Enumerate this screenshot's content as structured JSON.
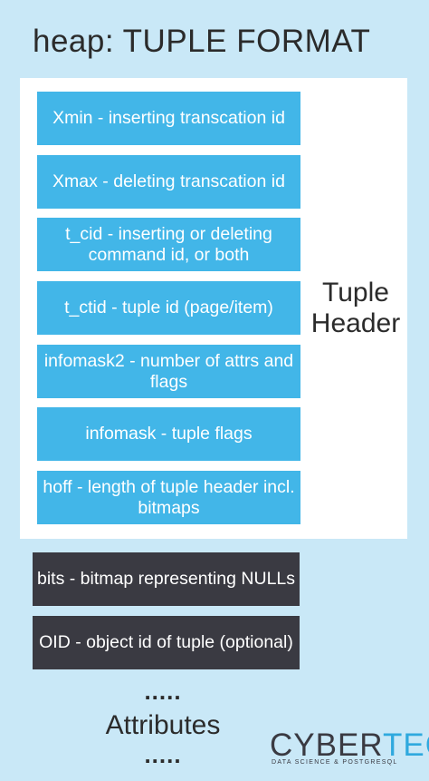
{
  "title": "heap: TUPLE FORMAT",
  "tuple_header_label": [
    "Tuple",
    "Header"
  ],
  "header_fields": [
    "Xmin - inserting transcation id",
    "Xmax - deleting transcation id",
    "t_cid - inserting or deleting command id, or both",
    "t_ctid - tuple id (page/item)",
    "infomask2 - number of attrs and flags",
    "infomask - tuple flags",
    "hoff - length of tuple header incl. bitmaps"
  ],
  "extra_fields": [
    "bits - bitmap representing NULLs",
    "OID - object id of tuple (optional)"
  ],
  "dots_top": ".....",
  "attributes": "Attributes",
  "dots_bottom": ".....",
  "logo": {
    "word_part1": "CYBER",
    "word_part2": "TEC",
    "tagline": "DATA SCIENCE & POSTGRESQL"
  },
  "colors": {
    "background": "#c9e8f7",
    "header_panel": "#ffffff",
    "header_field": "#42b6e8",
    "dark_field": "#3a3a42",
    "logo_accent": "#2fa9de"
  }
}
